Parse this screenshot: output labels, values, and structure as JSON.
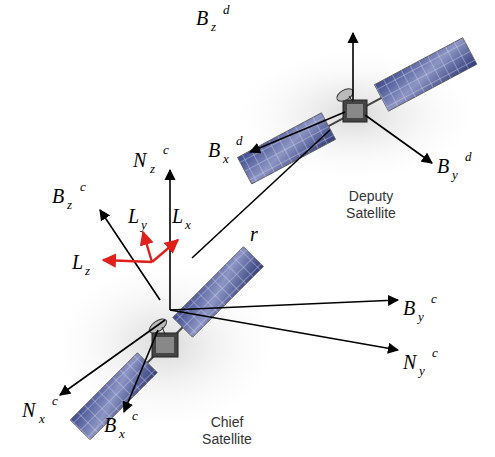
{
  "diagram": {
    "labels": [
      "B",
      "z",
      "d",
      "B",
      "x",
      "d",
      "B",
      "y",
      "d",
      "Deputy Satellite",
      "r",
      "B",
      "z",
      "c",
      "N",
      "z",
      "c",
      "L",
      "y",
      "L",
      "x",
      "L",
      "z",
      "B",
      "y",
      "c",
      "N",
      "y",
      "c",
      "N",
      "x",
      "c",
      "B",
      "x",
      "c",
      "Chief Satellite"
    ]
  }
}
